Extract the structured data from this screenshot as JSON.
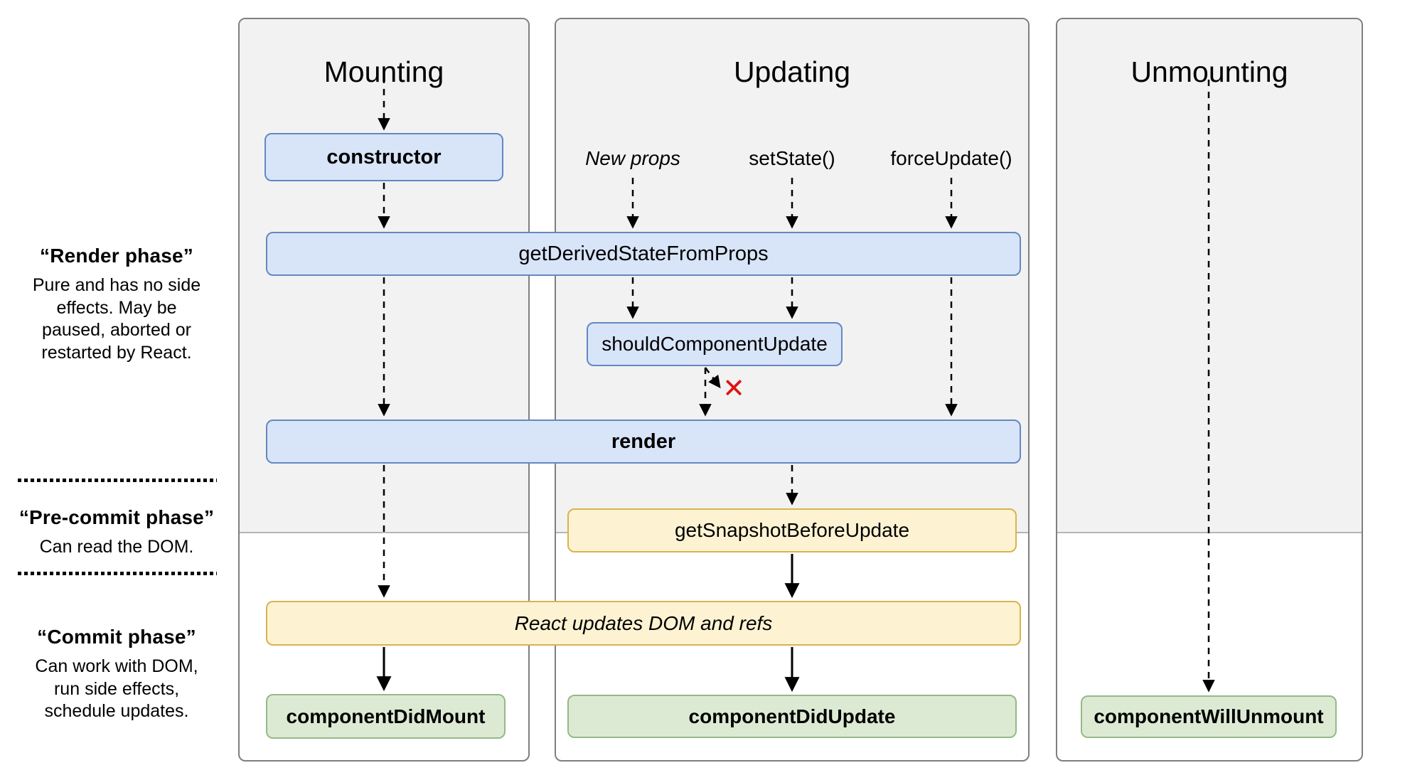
{
  "sidebar": {
    "render_phase": {
      "title": "“Render phase”",
      "description": "Pure and has no side\neffects. May be\npaused, aborted or\nrestarted by React."
    },
    "pre_commit_phase": {
      "title": "“Pre-commit phase”",
      "description": "Can read the DOM."
    },
    "commit_phase": {
      "title": "“Commit phase”",
      "description": "Can work with DOM,\nrun side effects,\nschedule updates."
    }
  },
  "columns": {
    "mounting": {
      "title": "Mounting"
    },
    "updating": {
      "title": "Updating",
      "triggers": {
        "new_props": "New props",
        "set_state": "setState()",
        "force_update": "forceUpdate()"
      }
    },
    "unmounting": {
      "title": "Unmounting"
    }
  },
  "boxes": {
    "constructor": "constructor",
    "get_derived_state_from_props": "getDerivedStateFromProps",
    "should_component_update": "shouldComponentUpdate",
    "render": "render",
    "get_snapshot_before_update": "getSnapshotBeforeUpdate",
    "react_updates_dom": "React updates DOM and refs",
    "component_did_mount": "componentDidMount",
    "component_did_update": "componentDidUpdate",
    "component_will_unmount": "componentWillUnmount"
  },
  "markers": {
    "skip_render_x": "✕"
  },
  "theme": {
    "page_bg": "#ffffff",
    "panel_bg": "#f2f2f2",
    "panel_border": "#7f7f7f",
    "divider": "#b5b5b5",
    "blue_fill": "#d8e4f8",
    "blue_border": "#6488c2",
    "yellow_fill": "#fdf3d2",
    "yellow_border": "#d8b44e",
    "green_fill": "#dcead3",
    "green_border": "#96b987",
    "arrow": "#000000",
    "x_mark": "#e01212",
    "text": "#000000"
  }
}
